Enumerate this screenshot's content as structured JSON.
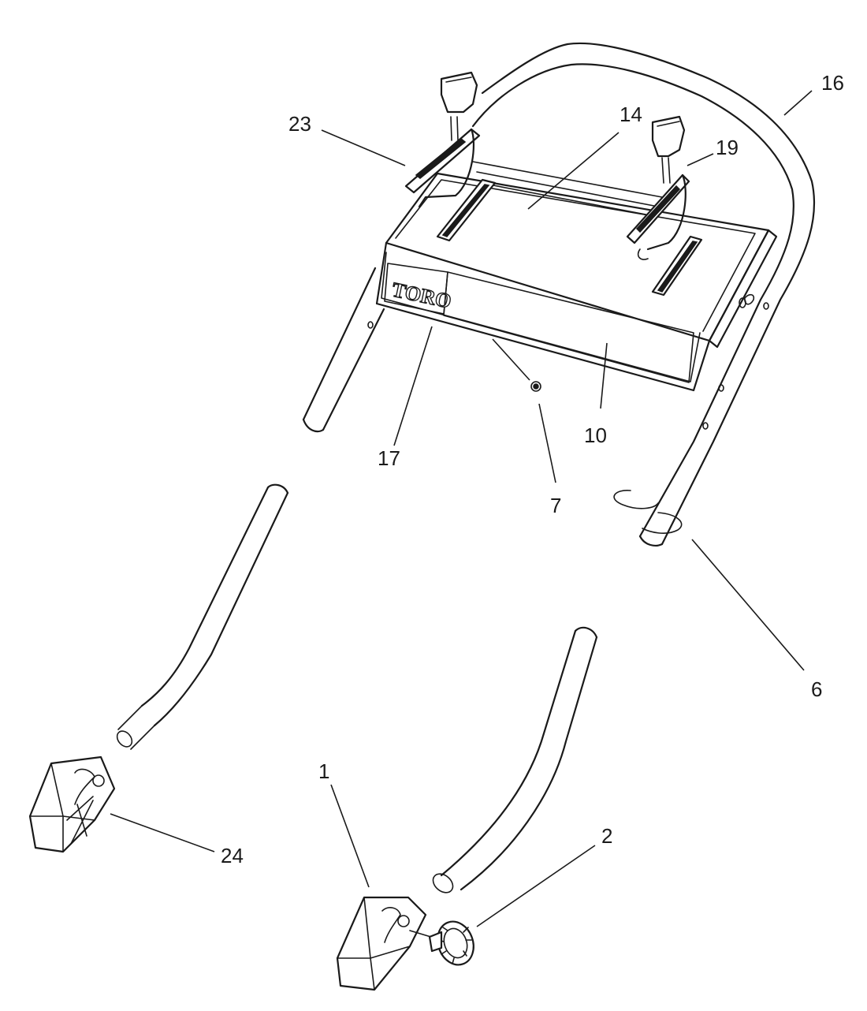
{
  "brand_text": "TORO",
  "callouts": [
    {
      "id": "c23",
      "label": "23"
    },
    {
      "id": "c14",
      "label": "14"
    },
    {
      "id": "c16",
      "label": "16"
    },
    {
      "id": "c19",
      "label": "19"
    },
    {
      "id": "c17",
      "label": "17"
    },
    {
      "id": "c10",
      "label": "10"
    },
    {
      "id": "c7",
      "label": "7"
    },
    {
      "id": "c6",
      "label": "6"
    },
    {
      "id": "c1",
      "label": "1"
    },
    {
      "id": "c2",
      "label": "2"
    },
    {
      "id": "c24",
      "label": "24"
    }
  ]
}
